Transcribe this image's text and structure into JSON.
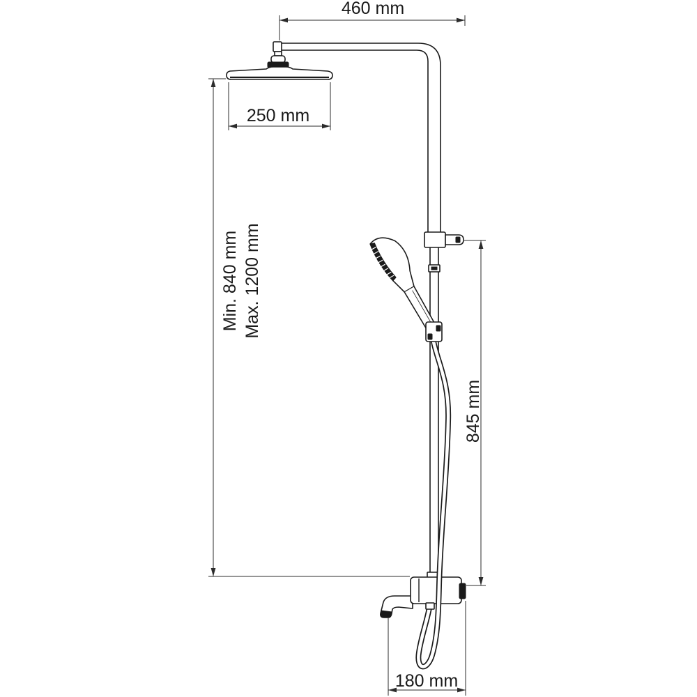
{
  "dimensions": {
    "arm_reach": "460 mm",
    "head_width": "250 mm",
    "height_min": "Min. 840 mm",
    "height_max": "Max. 1200 mm",
    "rail_height": "845 mm",
    "spout_reach": "180 mm"
  }
}
